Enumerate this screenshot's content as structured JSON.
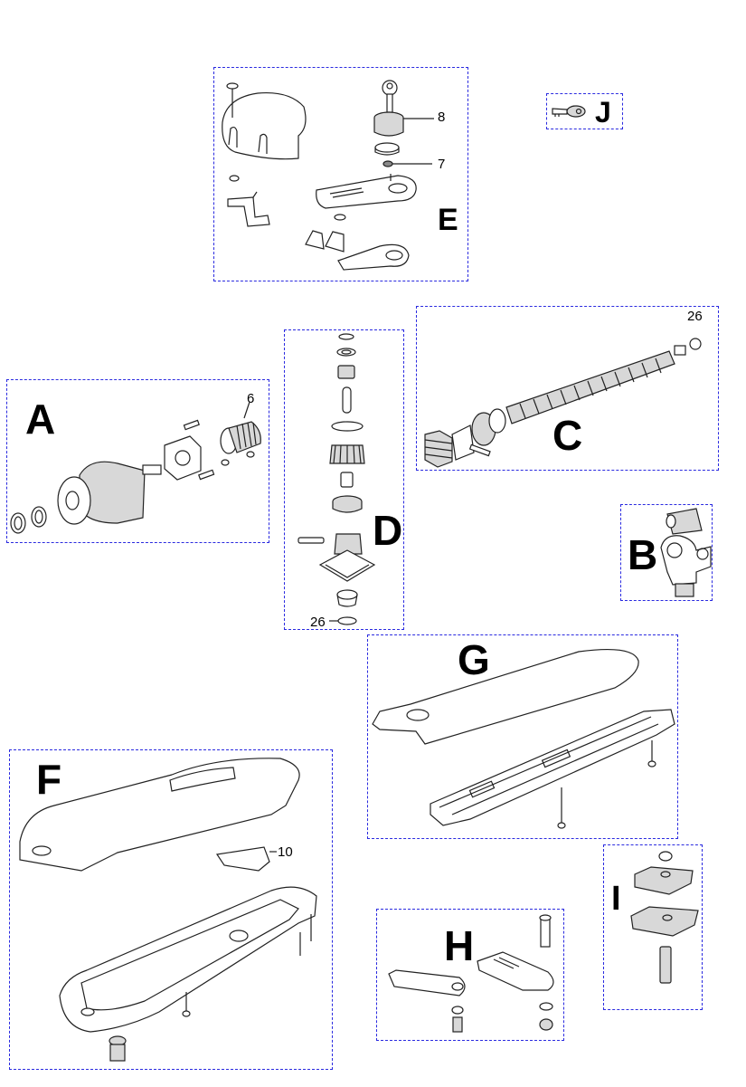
{
  "groups": [
    {
      "id": "E",
      "letter": "E"
    },
    {
      "id": "J",
      "letter": "J"
    },
    {
      "id": "A",
      "letter": "A"
    },
    {
      "id": "D",
      "letter": "D"
    },
    {
      "id": "C",
      "letter": "C"
    },
    {
      "id": "B",
      "letter": "B"
    },
    {
      "id": "G",
      "letter": "G"
    },
    {
      "id": "F",
      "letter": "F"
    },
    {
      "id": "I",
      "letter": "I"
    },
    {
      "id": "H",
      "letter": "H"
    }
  ],
  "callouts": {
    "e_8": "8",
    "e_7": "7",
    "a_6": "6",
    "c_26": "26",
    "d_26": "26",
    "f_10": "10"
  }
}
